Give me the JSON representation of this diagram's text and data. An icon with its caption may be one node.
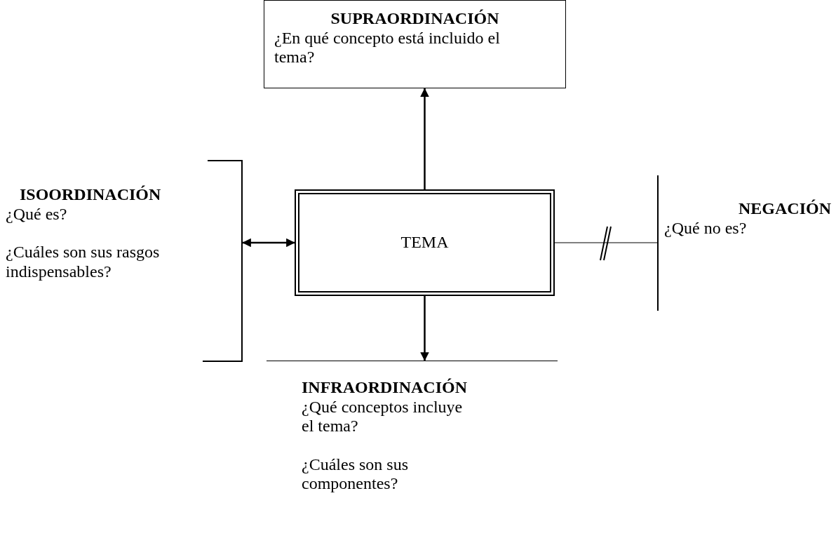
{
  "diagram": {
    "nodes": [
      {
        "text": [
          "SUPRAORDINACIÓN",
          "¿En qué concepto está incluido el tema?"
        ]
      },
      {
        "text": [
          "TEMA"
        ]
      },
      {
        "text": [
          "ISOORDINACIÓN",
          "¿Qué es?",
          "¿Cuáles son sus rasgos indispensables?"
        ]
      },
      {
        "text": [
          "NEGACIÓN",
          "¿Qué no es?"
        ]
      },
      {
        "text": [
          "INFRAORDINACIÓN",
          "¿Qué conceptos incluye el tema?",
          "¿Cuáles son sus componentes?"
        ]
      }
    ],
    "edges": [
      {
        "from": 1,
        "to": 0,
        "arrow": "to"
      },
      {
        "from": 1,
        "to": 2,
        "arrow": "both"
      },
      {
        "from": 1,
        "to": 3,
        "arrow": "none"
      },
      {
        "from": 1,
        "to": 4,
        "arrow": "to"
      }
    ]
  }
}
